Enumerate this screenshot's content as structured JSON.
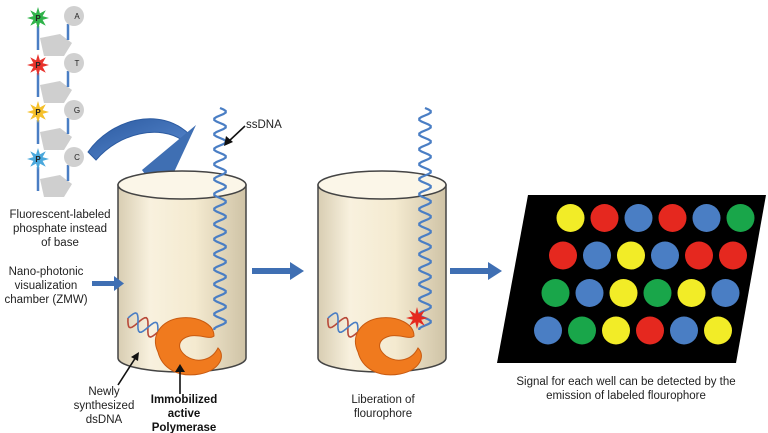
{
  "labels": {
    "ssdna": "ssDNA",
    "fluorescent_line1": "Fluorescent-labeled",
    "fluorescent_line2": "phosphate instead",
    "fluorescent_line3": "of base",
    "chamber_line1": "Nano-photonic",
    "chamber_line2": "visualization",
    "chamber_line3": "chamber (ZMW)",
    "dsdna_line1": "Newly",
    "dsdna_line2": "synthesized",
    "dsdna_line3": "dsDNA",
    "polymerase_line1": "Immobilized",
    "polymerase_line2": "active",
    "polymerase_line3": "Polymerase",
    "liberation_line1": "Liberation of",
    "liberation_line2": "flourophore",
    "signal_line1": "Signal for each well can be detected by the",
    "signal_line2": "emission of labeled flourophore"
  },
  "nucleotides": [
    {
      "phosphate_label": "P",
      "base_label": "A",
      "star_color": "#2fb34a"
    },
    {
      "phosphate_label": "P",
      "base_label": "T",
      "star_color": "#e8322c"
    },
    {
      "phosphate_label": "P",
      "base_label": "G",
      "star_color": "#f5c02a"
    },
    {
      "phosphate_label": "P",
      "base_label": "C",
      "star_color": "#4aa8dc"
    }
  ],
  "well_grid": [
    [
      "yellow",
      "red",
      "blue",
      "red",
      "blue",
      "green"
    ],
    [
      "red",
      "blue",
      "yellow",
      "blue",
      "red",
      "red"
    ],
    [
      "green",
      "blue",
      "yellow",
      "green",
      "yellow",
      "blue"
    ],
    [
      "blue",
      "green",
      "yellow",
      "red",
      "blue",
      "yellow"
    ]
  ],
  "colors": {
    "yellow": "#f2ec27",
    "red": "#e5281f",
    "blue": "#4a7ec4",
    "green": "#19a64a",
    "dna": "#4a7ec4",
    "polymerase": "#f07a1e",
    "chamber_fill": "#f6ecd2",
    "arrow": "#3f6fb3"
  }
}
